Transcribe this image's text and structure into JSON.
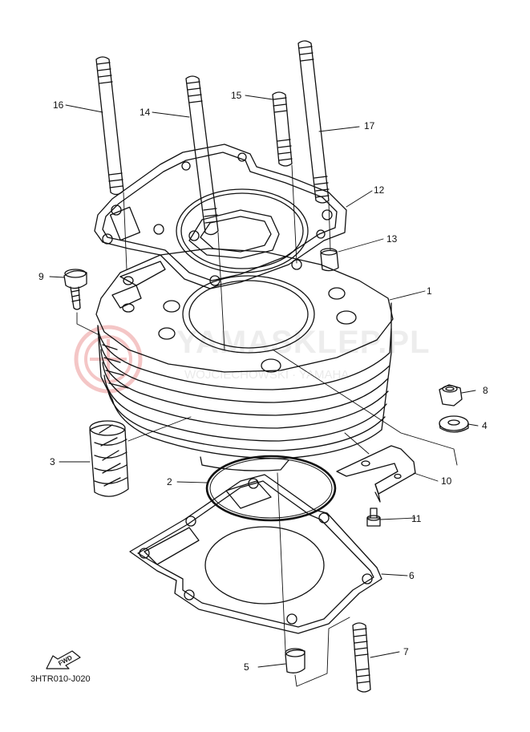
{
  "diagram_code": "3HTR010-J020",
  "fwd_label": "FWD",
  "watermark": {
    "main": "YAMASKLEP.PL",
    "sub": "WOJCIECHOWSKI · YAMAHA"
  },
  "parts": [
    {
      "no": "1",
      "name": "cylinder"
    },
    {
      "no": "2",
      "name": "o-ring"
    },
    {
      "no": "3",
      "name": "cylinder-sleeve"
    },
    {
      "no": "4",
      "name": "washer"
    },
    {
      "no": "5",
      "name": "dowel-pin-lower"
    },
    {
      "no": "6",
      "name": "cylinder-base-gasket"
    },
    {
      "no": "7",
      "name": "stud-bolt-short"
    },
    {
      "no": "8",
      "name": "nut"
    },
    {
      "no": "9",
      "name": "bolt"
    },
    {
      "no": "10",
      "name": "bracket"
    },
    {
      "no": "11",
      "name": "bolt-small"
    },
    {
      "no": "12",
      "name": "cylinder-head-gasket"
    },
    {
      "no": "13",
      "name": "dowel-pin-upper"
    },
    {
      "no": "14",
      "name": "stud-bolt-14"
    },
    {
      "no": "15",
      "name": "stud-bolt-15"
    },
    {
      "no": "16",
      "name": "stud-bolt-16"
    },
    {
      "no": "17",
      "name": "stud-bolt-17"
    }
  ]
}
